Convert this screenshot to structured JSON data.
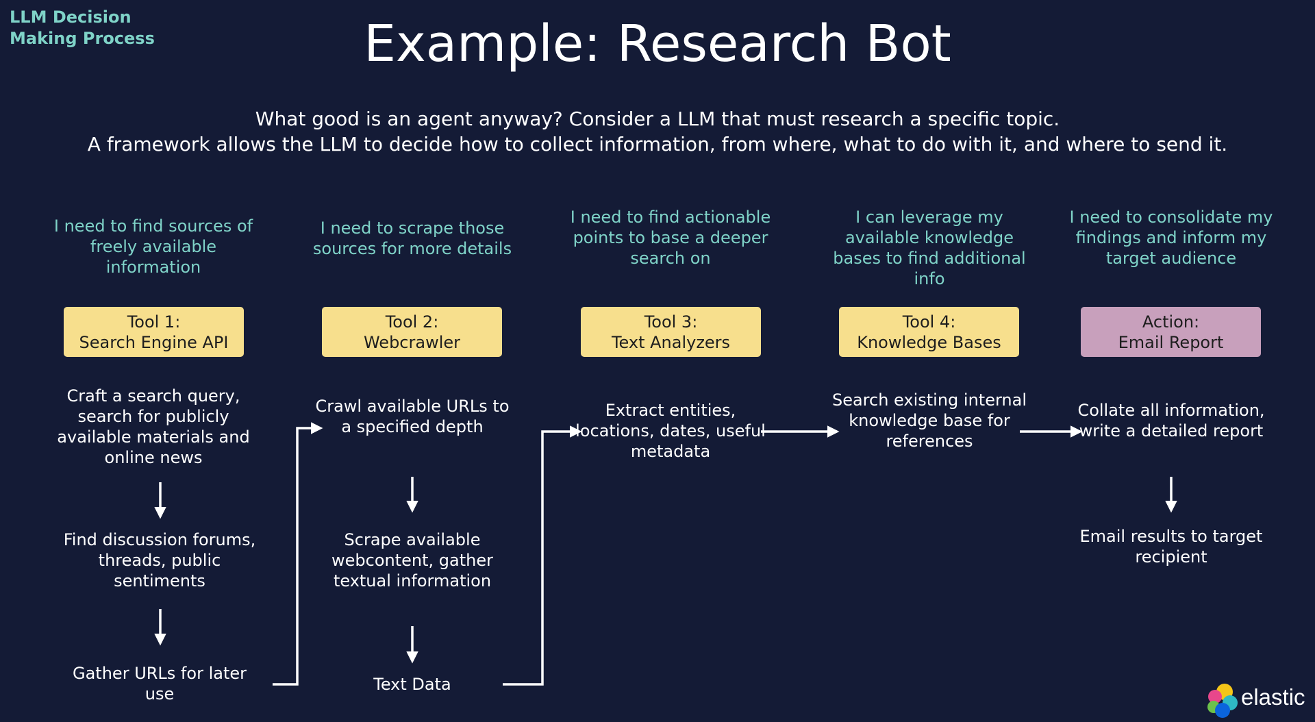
{
  "corner_label": "LLM Decision Making Process",
  "title": "Example: Research Bot",
  "subtitle": {
    "line1": "What good is an agent anyway? Consider a LLM that must research a specific topic.",
    "line2": "A framework allows the LLM to decide how to collect information, from where, what to do with it, and where to send it."
  },
  "columns": [
    {
      "thought": "I need to find sources of freely available information",
      "box_line1": "Tool 1:",
      "box_line2": "Search Engine API",
      "step1": "Craft a search query, search for publicly available materials and online news",
      "step2": "Find discussion forums, threads, public sentiments",
      "step3": "Gather URLs for later use"
    },
    {
      "thought": "I need to scrape those sources for more details",
      "box_line1": "Tool 2:",
      "box_line2": "Webcrawler",
      "step1": "Crawl available URLs to a specified depth",
      "step2": "Scrape available webcontent, gather textual information",
      "step3": "Text Data"
    },
    {
      "thought": "I need to find actionable points to base a deeper search on",
      "box_line1": "Tool 3:",
      "box_line2": "Text Analyzers",
      "step1": "Extract entities, locations, dates, useful metadata"
    },
    {
      "thought": "I can leverage my available knowledge bases to find additional info",
      "box_line1": "Tool 4:",
      "box_line2": "Knowledge Bases",
      "step1": "Search existing internal knowledge base for references"
    },
    {
      "thought": "I need to consolidate my findings and inform my target audience",
      "box_line1": "Action:",
      "box_line2": "Email Report",
      "step1": "Collate all information, write a detailed report",
      "step2": "Email results to target recipient"
    }
  ],
  "logo": {
    "text": "elastic",
    "colors": [
      "#f5c518",
      "#e8478b",
      "#2eb8c4",
      "#6dc24b",
      "#0b64dd",
      "#1ba9f5"
    ]
  },
  "colors": {
    "background": "#141b36",
    "thought_text": "#7fd3c8",
    "tool_box": "#f7df8d",
    "action_box": "#c8a0bc"
  }
}
